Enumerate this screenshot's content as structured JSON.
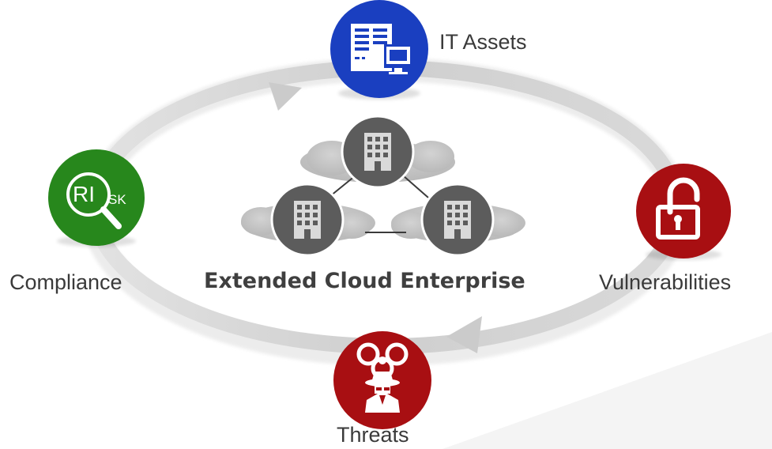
{
  "diagram": {
    "center_title": "Extended Cloud Enterprise",
    "nodes": [
      {
        "id": "it-assets",
        "label": "IT Assets",
        "color": "#1a3fc0",
        "icon": "server-monitor-icon"
      },
      {
        "id": "vulnerabilities",
        "label": "Vulnerabilities",
        "color": "#a80f12",
        "icon": "unlocked-padlock-icon"
      },
      {
        "id": "threats",
        "label": "Threats",
        "color": "#a80f12",
        "icon": "biohazard-spy-icon"
      },
      {
        "id": "compliance",
        "label": "Compliance",
        "color": "#27871c",
        "icon": "risk-magnifier-icon"
      }
    ],
    "risk_icon_text": {
      "big": "RI",
      "small": "SK"
    },
    "buildings": [
      {
        "id": "top",
        "icon": "building-icon"
      },
      {
        "id": "left",
        "icon": "building-icon"
      },
      {
        "id": "right",
        "icon": "building-icon"
      }
    ],
    "colors": {
      "ring": "#cfcfcf",
      "building_circle": "#5a5a5a",
      "cloud": "#c7c7c7"
    }
  }
}
